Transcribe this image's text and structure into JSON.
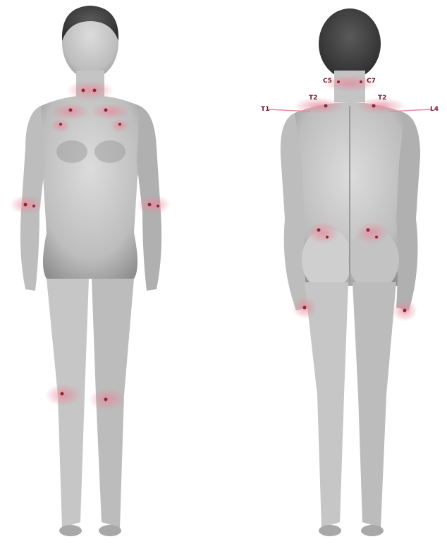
{
  "diagram": {
    "views": [
      {
        "id": "front",
        "label": ""
      },
      {
        "id": "back",
        "label": ""
      }
    ],
    "marker_color": "#e58a9c",
    "marker_dark": "#9b2035",
    "body_color": "#c8c8c8"
  },
  "labels": {
    "back_neck_left": "C5",
    "back_neck_right": "C7",
    "back_shoulder_left": "T2",
    "back_shoulder_right": "T2",
    "back_side_left": "T1",
    "back_side_right": "L4"
  }
}
